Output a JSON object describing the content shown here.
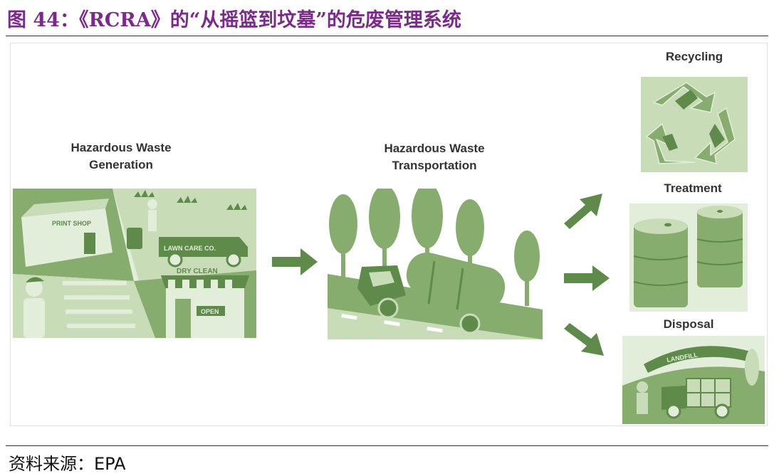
{
  "figure": {
    "title": "图 44：《RCRA》的“从摇篮到坟墓”的危废管理系统",
    "source": "资料来源：EPA"
  },
  "diagram": {
    "generation": {
      "label_line1": "Hazardous Waste",
      "label_line2": "Generation",
      "signs": {
        "print_shop": "PRINT SHOP",
        "lawn_care": "LAWN CARE CO.",
        "dry_clean": "DRY CLEAN",
        "open": "OPEN"
      }
    },
    "transportation": {
      "label_line1": "Hazardous Waste",
      "label_line2": "Transportation"
    },
    "outcomes": {
      "recycling": "Recycling",
      "treatment": "Treatment",
      "disposal": "Disposal",
      "landfill_sign": "LANDFILL"
    }
  },
  "colors": {
    "title": "#7b2a8c",
    "green_dark": "#5e8a4a",
    "green_mid": "#86ad6e",
    "green_light": "#c8dcb7",
    "green_pale": "#e3eeda"
  }
}
